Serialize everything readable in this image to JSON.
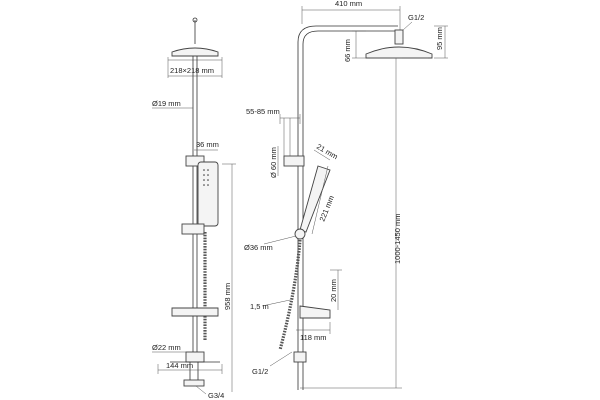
{
  "labels": {
    "head_size": "218×218 mm",
    "pipe_dia": "Ø19 mm",
    "hand_width": "36 mm",
    "total_height": "958 mm",
    "bottom_dia": "Ø22 mm",
    "bottom_width": "144 mm",
    "inlet_left": "G3/4",
    "arm_length": "410 mm",
    "arm_thread": "G1/2",
    "head_drop": "66 mm",
    "head_thick": "95 mm",
    "offset": "55-85 mm",
    "holder_dia": "Ø 60 mm",
    "hand_dia": "21 mm",
    "hand_len": "221 mm",
    "joint_dia": "Ø36 mm",
    "adj_height": "1000-1450 mm",
    "shelf_height": "20 mm",
    "hose_len": "1,5 m",
    "shelf_width": "118 mm",
    "inlet_right": "G1/2"
  },
  "colors": {
    "line": "#333333",
    "fill": "#f4f4f4"
  }
}
